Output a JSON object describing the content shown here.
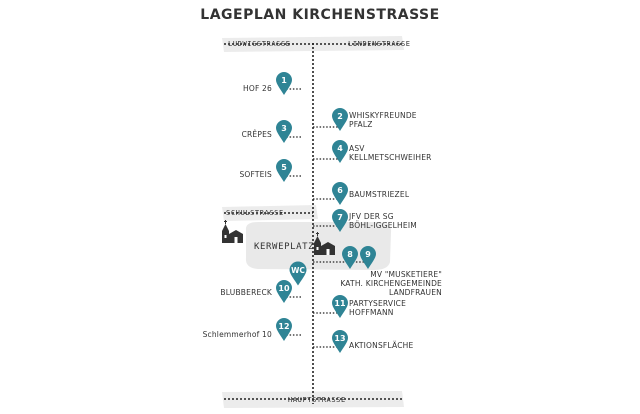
{
  "title": "LAGEPLAN KIRCHENSTRASSE",
  "colors": {
    "pin": "#2f8495",
    "road": "#ececec",
    "plaza": "#e9e9e9",
    "line": "#222222",
    "text": "#333333"
  },
  "streets": {
    "ludwigstrasse": "LUDWIGSTRASSE",
    "lindenstrasse": "LINDENSTRASSE",
    "schulstrasse": "SCHULSTRASSE",
    "hauptstrasse": "HAUPTSTRASSE"
  },
  "plaza": {
    "label": "KERWEPLATZ"
  },
  "icons": {
    "church": "church-icon",
    "pin": "map-pin-icon"
  },
  "stands": [
    {
      "number": "1",
      "label": "HOF 26"
    },
    {
      "number": "2",
      "label": "WHISKYFREUNDE\nPFALZ"
    },
    {
      "number": "3",
      "label": "CRÊPES"
    },
    {
      "number": "4",
      "label": "ASV\nKELLMETSCHWEIHER"
    },
    {
      "number": "5",
      "label": "SOFTEIS"
    },
    {
      "number": "6",
      "label": "BAUMSTRIEZEL"
    },
    {
      "number": "7",
      "label": "JFV DER SG\nBÖHL-IGGELHEIM"
    },
    {
      "number": "8",
      "label": ""
    },
    {
      "number": "9",
      "label": "MV \"MUSKETIERE\"\nKATH. KIRCHENGEMEINDE\nLANDFRAUEN"
    },
    {
      "number": "WC",
      "label": ""
    },
    {
      "number": "10",
      "label": "BLUBBERECK"
    },
    {
      "number": "11",
      "label": "PARTYSERVICE\nHOFFMANN"
    },
    {
      "number": "12",
      "label": "Schlemmerhof 10"
    },
    {
      "number": "13",
      "label": "AKTIONSFLÄCHE"
    }
  ]
}
